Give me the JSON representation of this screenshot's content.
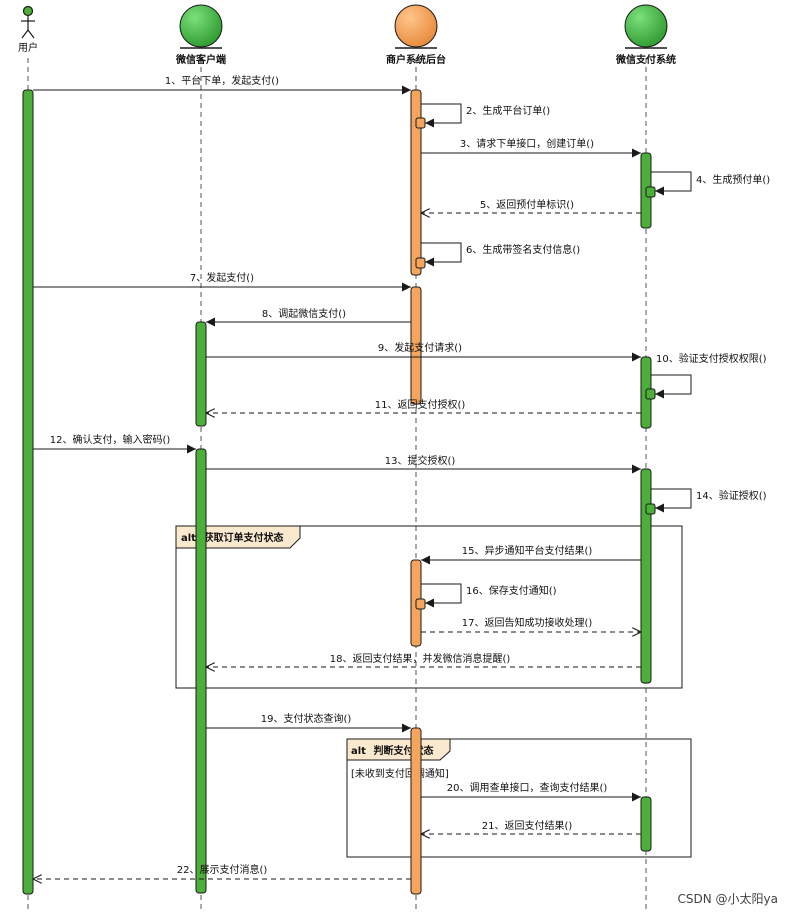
{
  "diagram": {
    "participants": [
      {
        "id": "user",
        "name": "用户",
        "kind": "actor"
      },
      {
        "id": "wx",
        "name": "微信客户端",
        "kind": "entity",
        "color": "#3fb63f"
      },
      {
        "id": "merchant",
        "name": "商户系统后台",
        "kind": "entity",
        "color": "#f4a460"
      },
      {
        "id": "pay",
        "name": "微信支付系统",
        "kind": "entity",
        "color": "#3fb63f"
      }
    ],
    "messages": [
      {
        "from": "user",
        "to": "merchant",
        "label": "1、平台下单，发起支付()",
        "type": "sync"
      },
      {
        "from": "merchant",
        "to": "merchant",
        "label": "2、生成平台订单()",
        "type": "self"
      },
      {
        "from": "merchant",
        "to": "pay",
        "label": "3、请求下单接口，创建订单()",
        "type": "sync"
      },
      {
        "from": "pay",
        "to": "pay",
        "label": "4、生成预付单()",
        "type": "self"
      },
      {
        "from": "pay",
        "to": "merchant",
        "label": "5、返回预付单标识()",
        "type": "return"
      },
      {
        "from": "merchant",
        "to": "merchant",
        "label": "6、生成带签名支付信息()",
        "type": "self"
      },
      {
        "from": "user",
        "to": "merchant",
        "label": "7、发起支付()",
        "type": "sync"
      },
      {
        "from": "merchant",
        "to": "wx",
        "label": "8、调起微信支付()",
        "type": "sync"
      },
      {
        "from": "wx",
        "to": "pay",
        "label": "9、发起支付请求()",
        "type": "sync"
      },
      {
        "from": "pay",
        "to": "pay",
        "label": "10、验证支付授权权限()",
        "type": "self"
      },
      {
        "from": "pay",
        "to": "wx",
        "label": "11、返回支付授权()",
        "type": "return"
      },
      {
        "from": "user",
        "to": "wx",
        "label": "12、确认支付，输入密码()",
        "type": "sync"
      },
      {
        "from": "wx",
        "to": "pay",
        "label": "13、提交授权()",
        "type": "sync"
      },
      {
        "from": "pay",
        "to": "pay",
        "label": "14、验证授权()",
        "type": "self"
      },
      {
        "from": "pay",
        "to": "merchant",
        "label": "15、异步通知平台支付结果()",
        "type": "sync"
      },
      {
        "from": "merchant",
        "to": "merchant",
        "label": "16、保存支付通知()",
        "type": "self"
      },
      {
        "from": "merchant",
        "to": "pay",
        "label": "17、返回告知成功接收处理()",
        "type": "return"
      },
      {
        "from": "pay",
        "to": "wx",
        "label": "18、返回支付结果，并发微信消息提醒()",
        "type": "return"
      },
      {
        "from": "wx",
        "to": "merchant",
        "label": "19、支付状态查询()",
        "type": "sync"
      },
      {
        "from": "merchant",
        "to": "pay",
        "label": "20、调用查单接口，查询支付结果()",
        "type": "sync"
      },
      {
        "from": "pay",
        "to": "merchant",
        "label": "21、返回支付结果()",
        "type": "return"
      },
      {
        "from": "merchant",
        "to": "user",
        "label": "22、展示支付消息()",
        "type": "return"
      }
    ],
    "fragments": [
      {
        "operator": "alt",
        "title": "获取订单支付状态",
        "guard": ""
      },
      {
        "operator": "alt",
        "title": "判断支付状态",
        "guard": "[未收到支付回调通知]"
      }
    ],
    "colors": {
      "actor_bar": "#4caf3a",
      "green_bar": "#4caf3a",
      "orange_bar": "#f5a55c",
      "line": "#1a1a1a"
    }
  },
  "watermark": "CSDN @小太阳ya"
}
